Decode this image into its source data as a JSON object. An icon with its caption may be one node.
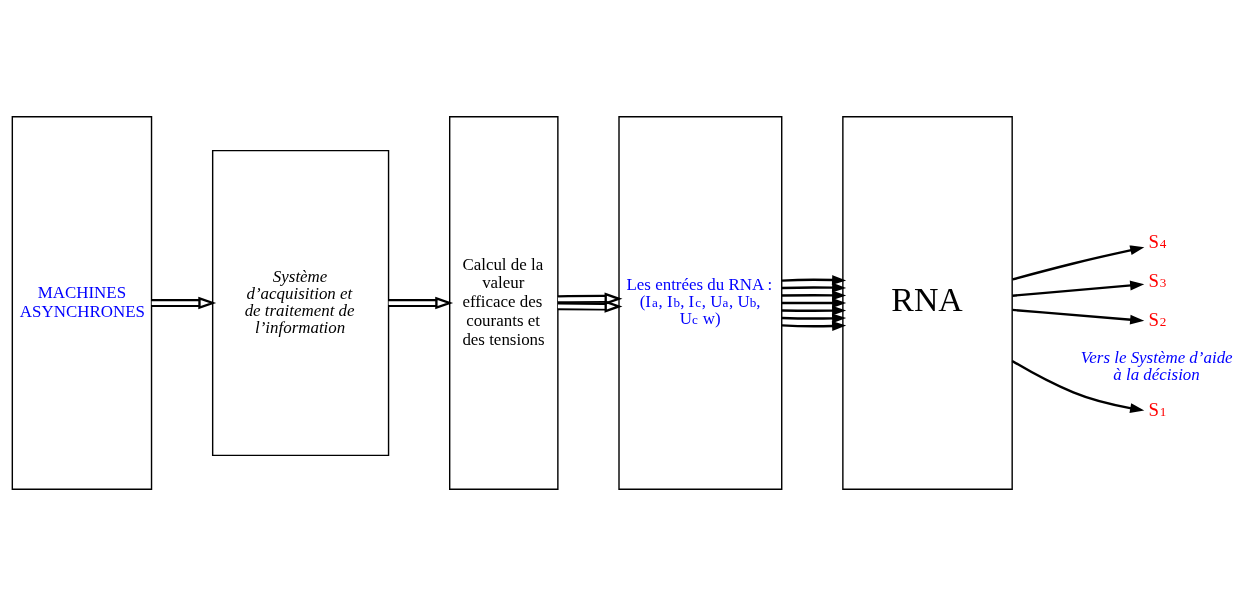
{
  "diagram": {
    "nodes": [
      {
        "text": [
          "MACHINES ASYNCHRONES"
        ]
      },
      {
        "text": [
          "Système d’acquisition et de traitement de l’information"
        ]
      },
      {
        "text": [
          "Calcul de la valeur efficace des courants et des tensions"
        ]
      },
      {
        "text": [
          "Les entrées du RNA :",
          "(I$_{a}$, I$_{b}$, I$_{c}$, U$_{a}$, U$_{b}$, U$_{c}$ w)"
        ]
      },
      {
        "text": [
          "RNA"
        ]
      },
      {
        "text": [
          "S$_{4}$"
        ]
      },
      {
        "text": [
          "S$_{3}$"
        ]
      },
      {
        "text": [
          "S$_{2}$"
        ]
      },
      {
        "text": [
          "S$_{1}$"
        ]
      }
    ],
    "edges": [
      {
        "from": 0,
        "to": 1,
        "arrow": "to"
      },
      {
        "from": 1,
        "to": 2,
        "arrow": "to"
      },
      {
        "from": 2,
        "to": 3,
        "arrow": "to"
      },
      {
        "from": 2,
        "to": 3,
        "arrow": "to"
      },
      {
        "from": 3,
        "to": 4,
        "arrow": "to"
      },
      {
        "from": 3,
        "to": 4,
        "arrow": "to"
      },
      {
        "from": 3,
        "to": 4,
        "arrow": "to"
      },
      {
        "from": 3,
        "to": 4,
        "arrow": "to"
      },
      {
        "from": 3,
        "to": 4,
        "arrow": "to"
      },
      {
        "from": 3,
        "to": 4,
        "arrow": "to"
      },
      {
        "from": 3,
        "to": 4,
        "arrow": "to"
      },
      {
        "from": 4,
        "to": 5,
        "arrow": "to"
      },
      {
        "from": 4,
        "to": 6,
        "arrow": "to"
      },
      {
        "from": 4,
        "to": 7,
        "arrow": "to"
      },
      {
        "from": 4,
        "to": 8,
        "arrow": "to"
      }
    ],
    "labels": [
      "Vers le Système d’aide à la décision"
    ]
  }
}
